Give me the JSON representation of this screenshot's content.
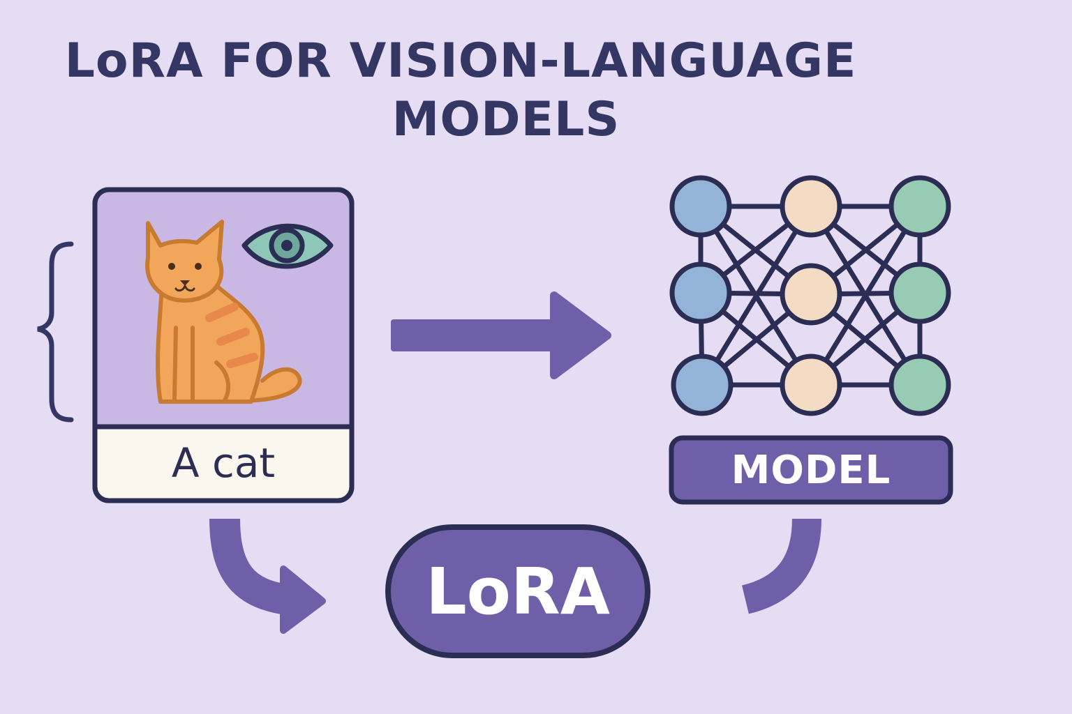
{
  "title": {
    "line1": "LoRA FOR VISION-LANGUAGE",
    "line2": "MODELS"
  },
  "image_card": {
    "caption": "A cat",
    "icons": [
      "cat-icon",
      "eye-icon"
    ]
  },
  "model": {
    "label": "MODEL"
  },
  "lora": {
    "label": "LoRA"
  },
  "colors": {
    "background": "#e6dcf3",
    "ink": "#343663",
    "accent_purple": "#6f5fa8",
    "card_fill": "#c9b8e4",
    "caption_fill": "#fbf7ef",
    "cat_orange": "#f2a65a",
    "cat_outline": "#c77a30",
    "eye_teal": "#8ec7b7",
    "node_blue": "#93b3d8",
    "node_peach": "#f3dcc3",
    "node_green": "#98cbb3"
  }
}
